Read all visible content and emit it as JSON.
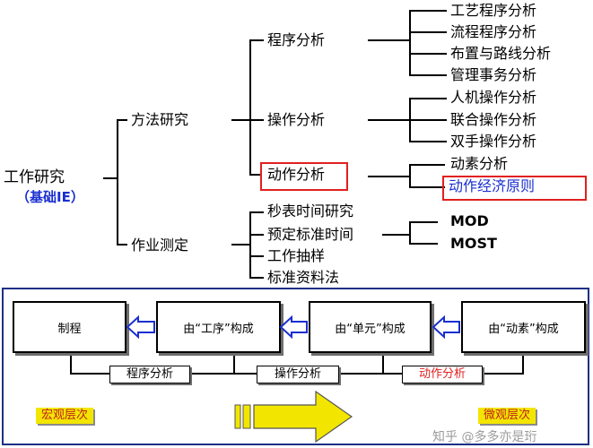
{
  "tree": {
    "root": {
      "line1": "工作研究",
      "line2": "（基础IE）"
    },
    "method_study": {
      "label": "方法研究",
      "branches": {
        "process": {
          "label": "程序分析",
          "children": [
            "工艺程序分析",
            "流程程序分析",
            "布置与路线分析",
            "管理事务分析"
          ]
        },
        "operation": {
          "label": "操作分析",
          "children": [
            "人机操作分析",
            "联合操作分析",
            "双手操作分析"
          ]
        },
        "motion": {
          "label": "动作分析",
          "children": [
            "动素分析",
            "动作经济原则"
          ]
        }
      }
    },
    "work_measurement": {
      "label": "作业测定",
      "children": [
        "秒表时间研究",
        "预定标准时间",
        "工作抽样",
        "标准资料法"
      ],
      "pts_children": [
        "MOD",
        "MOST"
      ]
    }
  },
  "levels": {
    "boxes": [
      "制程",
      "由“工序”构成",
      "由“单元”构成",
      "由“动素”构成"
    ],
    "labels": [
      "程序分析",
      "操作分析",
      "动作分析"
    ],
    "macro": "宏观层次",
    "micro": "微观层次"
  },
  "watermark": "知乎 @多多亦是珩",
  "colors": {
    "highlight_border": "#e02020",
    "panel_border": "#1c2f86",
    "arrow_blue": "#1a2fd0",
    "scale_bg": "#f2e600",
    "scale_text": "#c02020"
  }
}
